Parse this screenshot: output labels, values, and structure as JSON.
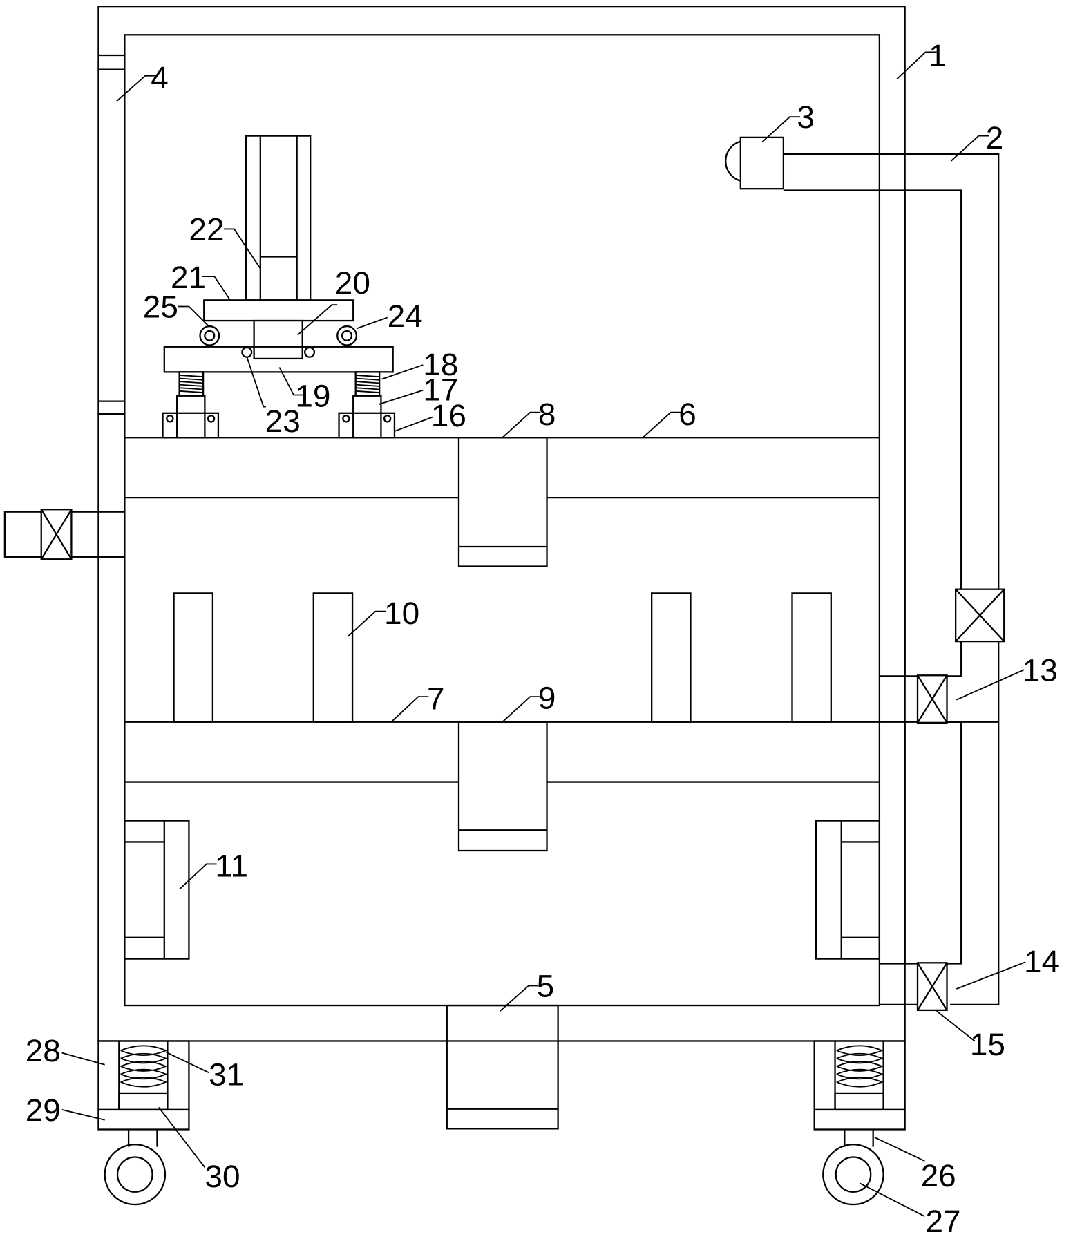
{
  "diagram": {
    "labels": [
      "1",
      "2",
      "3",
      "4",
      "5",
      "6",
      "7",
      "8",
      "9",
      "10",
      "11",
      "13",
      "14",
      "15",
      "16",
      "17",
      "18",
      "19",
      "20",
      "21",
      "22",
      "23",
      "24",
      "25",
      "26",
      "27",
      "28",
      "29",
      "30",
      "31"
    ]
  }
}
